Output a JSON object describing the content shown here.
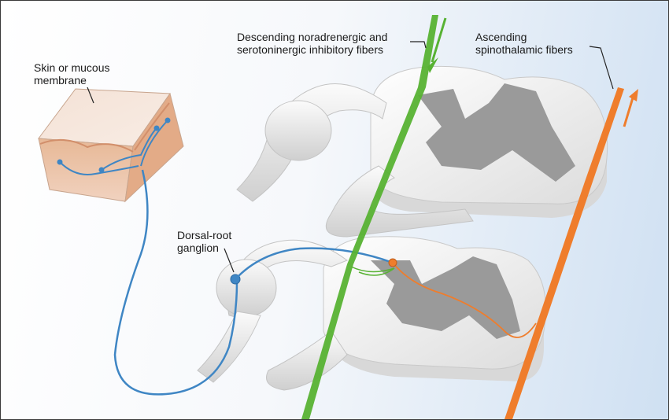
{
  "labels": {
    "skin": [
      "Skin or mucous",
      "membrane"
    ],
    "descending": [
      "Descending noradrenergic and",
      "serotoninergic inhibitory fibers"
    ],
    "ascending": [
      "Ascending",
      "spinothalamic fibers"
    ],
    "ganglion": [
      "Dorsal-root",
      "ganglion"
    ]
  },
  "colors": {
    "descending_fiber": "#57b233",
    "ascending_fiber": "#ef7d2c",
    "afferent_neuron": "#3f86c4",
    "gray_matter": "#9a9a9a",
    "white_matter": "#f3f3f3",
    "skin": "#e9c3a8"
  }
}
